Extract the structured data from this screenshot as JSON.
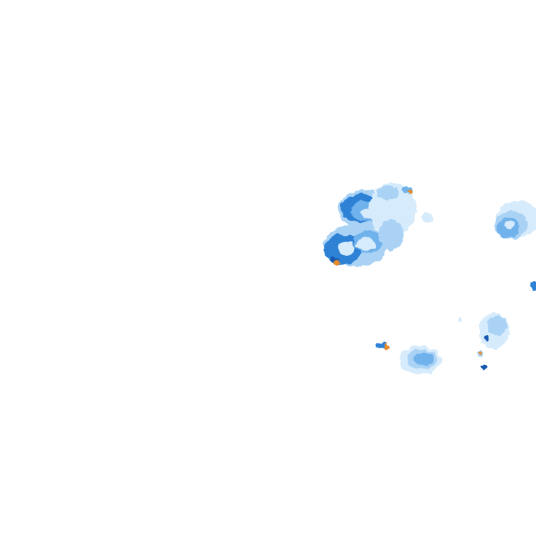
{
  "legend_colors": {
    "very_light": "#d6ebfb",
    "light": "#a9d2f5",
    "medium": "#6fb2ec",
    "strong": "#2f82d6",
    "heavy": "#1759b0",
    "intense": "#e8892b"
  },
  "precipitation_cells": [
    {
      "name": "cell-northwest-upper",
      "intensity_levels": [
        "light",
        "medium",
        "strong",
        "heavy"
      ]
    },
    {
      "name": "cell-northwest-lower",
      "intensity_levels": [
        "light",
        "medium",
        "strong",
        "heavy",
        "intense"
      ]
    },
    {
      "name": "cell-north-center",
      "intensity_levels": [
        "very_light",
        "light",
        "medium",
        "intense"
      ]
    },
    {
      "name": "cell-east",
      "intensity_levels": [
        "very_light",
        "light",
        "medium",
        "strong"
      ]
    },
    {
      "name": "cell-east-edge",
      "intensity_levels": [
        "strong"
      ]
    },
    {
      "name": "cell-south-center",
      "intensity_levels": [
        "very_light",
        "light",
        "medium"
      ]
    },
    {
      "name": "cell-south-small",
      "intensity_levels": [
        "strong",
        "intense"
      ]
    },
    {
      "name": "cell-southeast",
      "intensity_levels": [
        "very_light",
        "light",
        "heavy",
        "intense"
      ]
    }
  ]
}
